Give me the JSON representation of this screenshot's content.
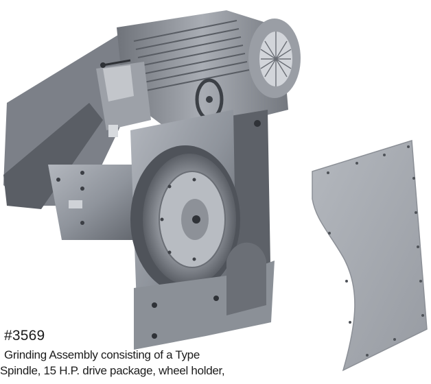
{
  "catalog_number": "#3569",
  "description_lines": [
    "Grinding Assembly consisting of a Type",
    "Spindle, 15 H.P. drive package, wheel holder,"
  ],
  "colors": {
    "machine_body": "#8f949c",
    "guard_panel": "#a7abb2",
    "shadow": "#4a4e55",
    "text": "#1b1b1b"
  },
  "icons": [
    "grinding-machine-photo",
    "wheel-guard-panel-photo"
  ]
}
